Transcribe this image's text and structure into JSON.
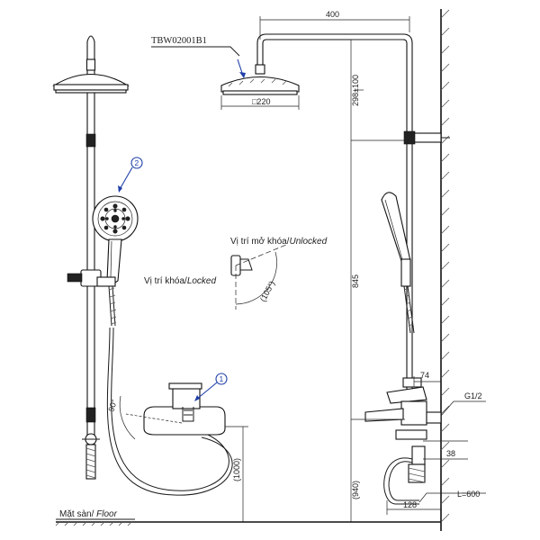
{
  "model_code": "TBW02001B1",
  "dims": {
    "arm_length": "400",
    "head_diameter": "□220",
    "head_height": "298±100",
    "column_height": "845",
    "valve_height": "(1000)",
    "mixer_center_height": "(940)",
    "spout_projection": "74",
    "thread": "G1/2",
    "inlet_offset": "38",
    "mixer_depth": "128",
    "hose_length": "L=600"
  },
  "angles": {
    "lock_rotation": "(105°)",
    "handle_rotation": "90°"
  },
  "labels": {
    "unlocked": "Vị trí mở khóa/",
    "unlocked_en": "Unlocked",
    "locked": "Vị trí khóa/",
    "locked_en": "Locked",
    "floor": "Mặt sàn/ ",
    "floor_en": "Floor"
  },
  "callouts": [
    "1",
    "2"
  ]
}
